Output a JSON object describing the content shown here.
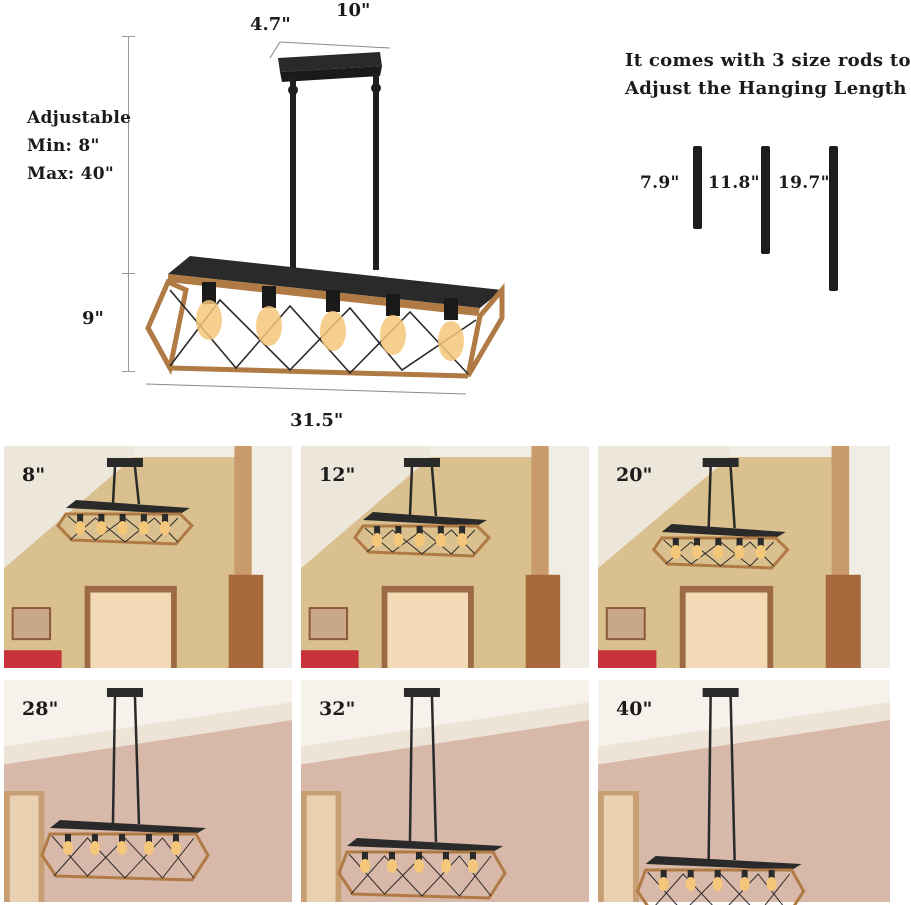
{
  "dims": {
    "depth": "4.7\"",
    "width_top": "10\"",
    "adjustable": "Adjustable",
    "min": "Min: 8\"",
    "max": "Max: 40\"",
    "height": "9\"",
    "length": "31.5\""
  },
  "rods_note": {
    "line1": "It comes with 3 size rods to",
    "line2": "Adjust the Hanging Length",
    "rods": [
      "7.9\"",
      "11.8\"",
      "19.7\""
    ]
  },
  "panels": [
    {
      "label": "8\"",
      "rod_level": 0.0
    },
    {
      "label": "12\"",
      "rod_level": 0.2
    },
    {
      "label": "20\"",
      "rod_level": 0.4
    },
    {
      "label": "28\"",
      "rod_level": 0.6
    },
    {
      "label": "32\"",
      "rod_level": 0.8
    },
    {
      "label": "40\"",
      "rod_level": 1.0
    }
  ],
  "colors": {
    "frame_wood": "#b07a45",
    "metal": "#2a2a2a",
    "bulb_glow": "#f5c77a",
    "attic_wall": "#d9c08e",
    "room_wall": "#d8b8a8"
  }
}
